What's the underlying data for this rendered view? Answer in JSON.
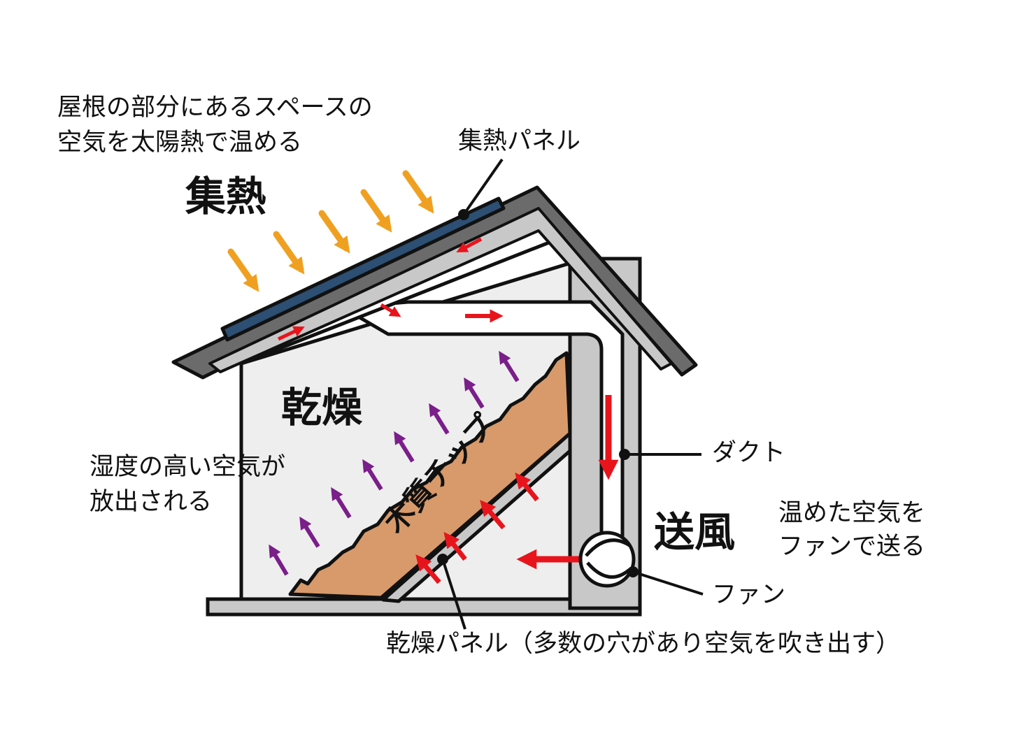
{
  "labels": {
    "roof_caption_line1": "屋根の部分にあるスペースの",
    "roof_caption_line2": "空気を太陽熱で温める",
    "heat_collection": "集熱",
    "collector_panel": "集熱パネル",
    "drying": "乾燥",
    "humid_air_line1": "湿度の高い空気が",
    "humid_air_line2": "放出される",
    "wood_chips": "木質チップ",
    "duct": "ダクト",
    "blowing": "送風",
    "fan_caption_line1": "温めた空気を",
    "fan_caption_line2": "ファンで送る",
    "fan": "ファン",
    "drying_panel": "乾燥パネル（多数の穴があり空気を吹き出す）"
  },
  "colors": {
    "outline": "#111111",
    "wall_gray": "#c8c8c8",
    "roof_dark": "#6b6b6b",
    "interior": "#eeeeee",
    "solar_panel": "#2c4f73",
    "sun_arrows": "#f0a020",
    "hot_air": "#e8141c",
    "humid_air": "#7a1e8a",
    "wood_chips": "#d89a6a",
    "background": "#ffffff"
  },
  "icons": {
    "sun_rays": "sun-ray-arrow-icon",
    "hot_air_flow": "hot-air-arrow-icon",
    "humid_air_flow": "humid-air-arrow-icon",
    "fan": "fan-icon"
  }
}
